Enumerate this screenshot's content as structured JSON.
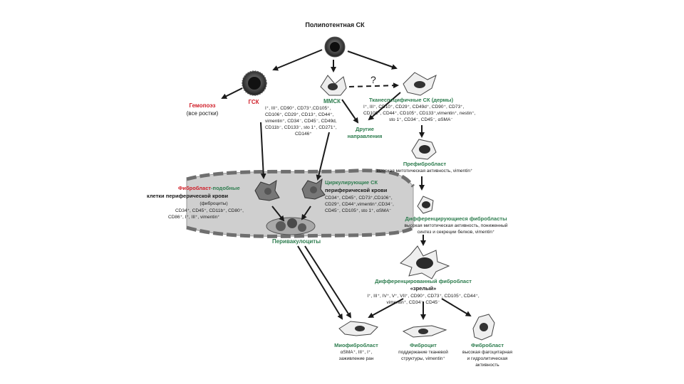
{
  "title": "Полипотентная СК",
  "hsc": {
    "label": "ГСК"
  },
  "hematopoiesis": {
    "line1": "Гемопоэз",
    "line2": "(все ростки)"
  },
  "mmsc": {
    "label": "ММСК",
    "markers": [
      "I⁺, III⁺, CD90⁺, CD73⁺,CD105⁺,",
      "CD106⁺, CD29⁺, CD13⁺, CD44⁺,",
      "vimentin⁺, CD34⁻, CD45⁻, CD49d,",
      "CD11b⁻, CD133⁻, sto 1⁺, CD271⁺,",
      "CD146⁺"
    ]
  },
  "question_mark": "?",
  "tissue_sc": {
    "title": "Тканеспецифичные СК (дермы)",
    "markers": [
      "I⁺, III⁺, CD10⁺, CD29⁺, CD49d⁺, CD90⁺, CD73⁺,",
      "CD106⁺, CD44⁺, CD105⁺, CD133⁺,vimentin⁺, nestin⁺,",
      "sto 1⁺, CD34⁻, CD45⁻, αSMA⁻"
    ]
  },
  "other_directions": {
    "line1": "Другие",
    "line2": "направления"
  },
  "prefibroblast": {
    "title": "Префибробласт",
    "desc": "высокая митотическая  активность, vimentin⁺"
  },
  "diff_fibroblasts": {
    "title": "Дифференцирующиеся фибробласты",
    "desc": [
      "высокая митотическая  активность, пониженный",
      "синтез и секреции белков, vimentin⁺"
    ]
  },
  "fibroblast_like": {
    "title_red": "Фибробласт",
    "title_rest": "-подобные",
    "line2": "клетки периферической крови",
    "line3": "(фиброциты)",
    "markers": [
      "CD34⁺, CD45⁺, CD11b⁺, CD80⁺,",
      "CD86⁺, I⁺, III⁺, vimentin⁺"
    ]
  },
  "circulating": {
    "title": "Циркулирующие СК",
    "subtitle": "периферической крови",
    "markers": [
      "CD34⁺, CD45⁺, CD73⁺,CD106⁺,",
      "CD29⁺, CD44⁺,vimentin⁺,CD34⁻,",
      "CD45⁻, CD105⁺, sto 1⁺, αSMA⁻"
    ]
  },
  "perivascular": {
    "label": "Перивакулоциты"
  },
  "diff_fibroblast": {
    "title": "Дифференцированный фибробласт",
    "subtitle": "«зрелый»",
    "markers": [
      "I⁺, III⁺, IV⁺, V⁺, VII⁺, CD90⁺, CD73⁺, CD105⁺, CD44⁺,",
      "vimentin⁺, CD34⁻, CD45⁻"
    ]
  },
  "myofibroblast": {
    "title": "Миофибробласт",
    "desc": [
      "αSMA⁺, III⁺, I⁺,",
      "заживление ран"
    ]
  },
  "fibrocyte": {
    "title": "Фиброцит",
    "desc": [
      "поддержание тканевой",
      "структуры, vimentin⁺"
    ]
  },
  "fibroclast": {
    "title": "Фибробласт",
    "desc": [
      "высокая фагоцитарная",
      "и гидролитическая",
      "активность"
    ]
  },
  "colors": {
    "green": "#2e7d4f",
    "red": "#d0202a",
    "vessel": "#c9c9c9",
    "cell_dark": "#2b2b2b"
  }
}
